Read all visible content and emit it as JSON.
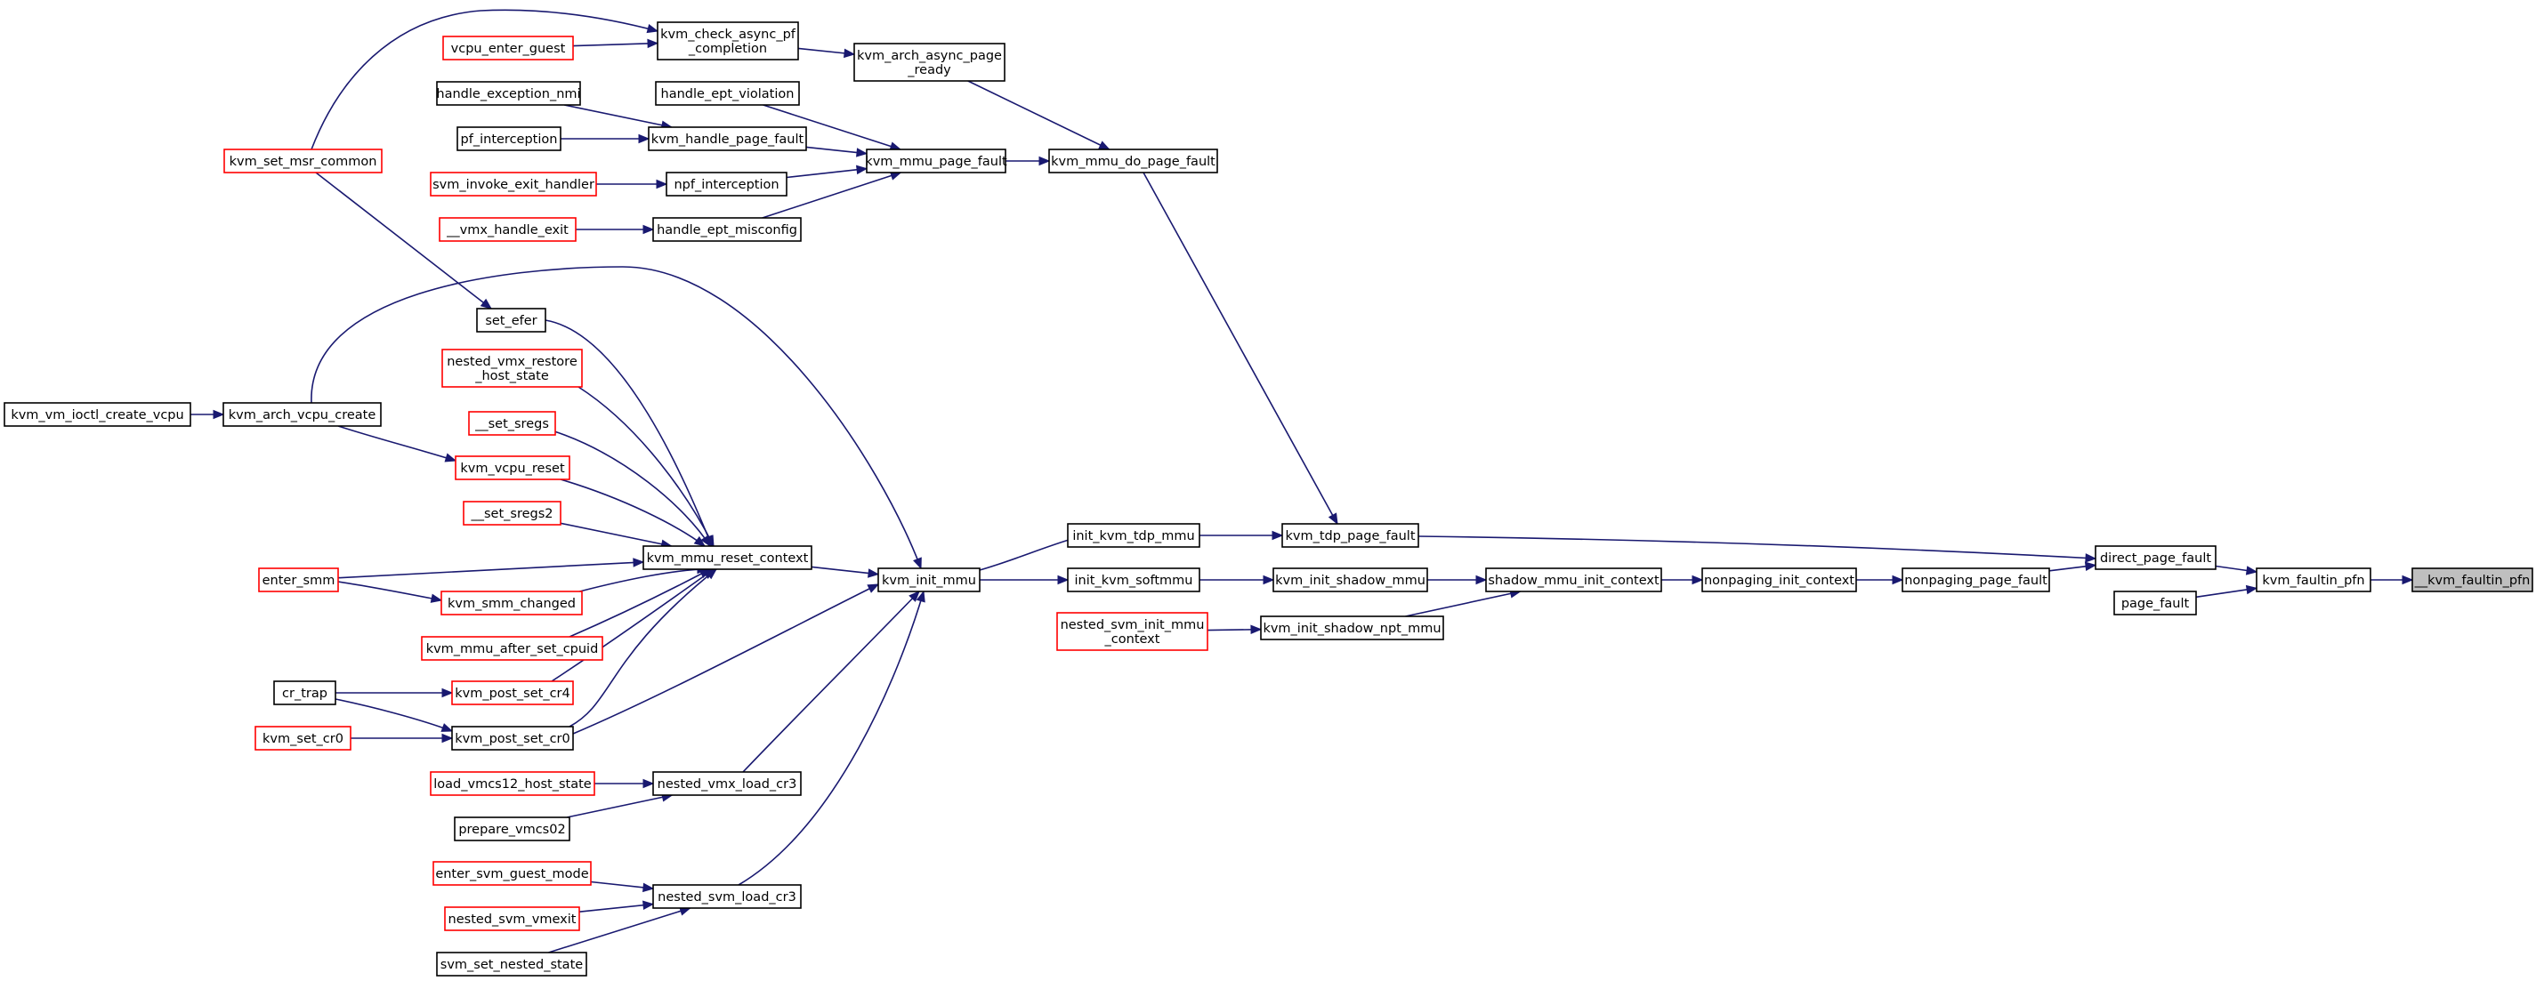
{
  "colors": {
    "edge": "#191970",
    "node_border": "#000000",
    "node_border_truncated": "#ff0000",
    "focus_fill": "#bfbfbf"
  },
  "nodes": [
    {
      "id": "faultin_pfn",
      "lines": [
        "__kvm_faultin_pfn"
      ],
      "style": "gray"
    },
    {
      "id": "kvm_faultin_pfn",
      "lines": [
        "kvm_faultin_pfn"
      ],
      "style": "black"
    },
    {
      "id": "direct_page_fault",
      "lines": [
        "direct_page_fault"
      ],
      "style": "black"
    },
    {
      "id": "page_fault",
      "lines": [
        "page_fault"
      ],
      "style": "black"
    },
    {
      "id": "nonpaging_page_fault",
      "lines": [
        "nonpaging_page_fault"
      ],
      "style": "black"
    },
    {
      "id": "kvm_tdp_page_fault",
      "lines": [
        "kvm_tdp_page_fault"
      ],
      "style": "black"
    },
    {
      "id": "nonpaging_init_context",
      "lines": [
        "nonpaging_init_context"
      ],
      "style": "black"
    },
    {
      "id": "shadow_mmu_init_context",
      "lines": [
        "shadow_mmu_init_context"
      ],
      "style": "black"
    },
    {
      "id": "kvm_init_shadow_mmu",
      "lines": [
        "kvm_init_shadow_mmu"
      ],
      "style": "black"
    },
    {
      "id": "kvm_init_shadow_npt_mmu",
      "lines": [
        "kvm_init_shadow_npt_mmu"
      ],
      "style": "black"
    },
    {
      "id": "init_kvm_softmmu",
      "lines": [
        "init_kvm_softmmu"
      ],
      "style": "black"
    },
    {
      "id": "nested_svm_init_mmu_context",
      "lines": [
        "nested_svm_init_mmu",
        "_context"
      ],
      "style": "red"
    },
    {
      "id": "init_kvm_tdp_mmu",
      "lines": [
        "init_kvm_tdp_mmu"
      ],
      "style": "black"
    },
    {
      "id": "kvm_init_mmu",
      "lines": [
        "kvm_init_mmu"
      ],
      "style": "black"
    },
    {
      "id": "kvm_mmu_do_page_fault",
      "lines": [
        "kvm_mmu_do_page_fault"
      ],
      "style": "black"
    },
    {
      "id": "kvm_arch_async_page_ready",
      "lines": [
        "kvm_arch_async_page",
        "_ready"
      ],
      "style": "black"
    },
    {
      "id": "kvm_mmu_page_fault",
      "lines": [
        "kvm_mmu_page_fault"
      ],
      "style": "black"
    },
    {
      "id": "kvm_check_async_pf_completion",
      "lines": [
        "kvm_check_async_pf",
        "_completion"
      ],
      "style": "black"
    },
    {
      "id": "vcpu_enter_guest",
      "lines": [
        "vcpu_enter_guest"
      ],
      "style": "red"
    },
    {
      "id": "kvm_set_msr_common",
      "lines": [
        "kvm_set_msr_common"
      ],
      "style": "red"
    },
    {
      "id": "handle_exception_nmi",
      "lines": [
        "handle_exception_nmi"
      ],
      "style": "black"
    },
    {
      "id": "handle_ept_violation",
      "lines": [
        "handle_ept_violation"
      ],
      "style": "black"
    },
    {
      "id": "kvm_handle_page_fault",
      "lines": [
        "kvm_handle_page_fault"
      ],
      "style": "black"
    },
    {
      "id": "pf_interception",
      "lines": [
        "pf_interception"
      ],
      "style": "black"
    },
    {
      "id": "npf_interception",
      "lines": [
        "npf_interception"
      ],
      "style": "black"
    },
    {
      "id": "svm_invoke_exit_handler",
      "lines": [
        "svm_invoke_exit_handler"
      ],
      "style": "red"
    },
    {
      "id": "handle_ept_misconfig",
      "lines": [
        "handle_ept_misconfig"
      ],
      "style": "black"
    },
    {
      "id": "vmx_handle_exit",
      "lines": [
        "__vmx_handle_exit"
      ],
      "style": "red"
    },
    {
      "id": "kvm_mmu_reset_context",
      "lines": [
        "kvm_mmu_reset_context"
      ],
      "style": "black"
    },
    {
      "id": "set_efer",
      "lines": [
        "set_efer"
      ],
      "style": "black"
    },
    {
      "id": "nested_vmx_restore_host_state",
      "lines": [
        "nested_vmx_restore",
        "_host_state"
      ],
      "style": "red"
    },
    {
      "id": "set_sregs",
      "lines": [
        "__set_sregs"
      ],
      "style": "red"
    },
    {
      "id": "kvm_vcpu_reset",
      "lines": [
        "kvm_vcpu_reset"
      ],
      "style": "red"
    },
    {
      "id": "set_sregs2",
      "lines": [
        "__set_sregs2"
      ],
      "style": "red"
    },
    {
      "id": "enter_smm",
      "lines": [
        "enter_smm"
      ],
      "style": "red"
    },
    {
      "id": "kvm_smm_changed",
      "lines": [
        "kvm_smm_changed"
      ],
      "style": "red"
    },
    {
      "id": "kvm_mmu_after_set_cpuid",
      "lines": [
        "kvm_mmu_after_set_cpuid"
      ],
      "style": "red"
    },
    {
      "id": "kvm_post_set_cr4",
      "lines": [
        "kvm_post_set_cr4"
      ],
      "style": "red"
    },
    {
      "id": "kvm_post_set_cr0",
      "lines": [
        "kvm_post_set_cr0"
      ],
      "style": "black"
    },
    {
      "id": "cr_trap",
      "lines": [
        "cr_trap"
      ],
      "style": "black"
    },
    {
      "id": "kvm_set_cr0",
      "lines": [
        "kvm_set_cr0"
      ],
      "style": "red"
    },
    {
      "id": "kvm_arch_vcpu_create",
      "lines": [
        "kvm_arch_vcpu_create"
      ],
      "style": "black"
    },
    {
      "id": "kvm_vm_ioctl_create_vcpu",
      "lines": [
        "kvm_vm_ioctl_create_vcpu"
      ],
      "style": "black"
    },
    {
      "id": "nested_vmx_load_cr3",
      "lines": [
        "nested_vmx_load_cr3"
      ],
      "style": "black"
    },
    {
      "id": "load_vmcs12_host_state",
      "lines": [
        "load_vmcs12_host_state"
      ],
      "style": "red"
    },
    {
      "id": "prepare_vmcs02",
      "lines": [
        "prepare_vmcs02"
      ],
      "style": "black"
    },
    {
      "id": "nested_svm_load_cr3",
      "lines": [
        "nested_svm_load_cr3"
      ],
      "style": "black"
    },
    {
      "id": "enter_svm_guest_mode",
      "lines": [
        "enter_svm_guest_mode"
      ],
      "style": "red"
    },
    {
      "id": "nested_svm_vmexit",
      "lines": [
        "nested_svm_vmexit"
      ],
      "style": "red"
    },
    {
      "id": "svm_set_nested_state",
      "lines": [
        "svm_set_nested_state"
      ],
      "style": "black"
    }
  ],
  "edges": [
    [
      "kvm_faultin_pfn",
      "faultin_pfn"
    ],
    [
      "direct_page_fault",
      "kvm_faultin_pfn"
    ],
    [
      "page_fault",
      "kvm_faultin_pfn"
    ],
    [
      "nonpaging_page_fault",
      "direct_page_fault"
    ],
    [
      "kvm_tdp_page_fault",
      "direct_page_fault"
    ],
    [
      "nonpaging_init_context",
      "nonpaging_page_fault"
    ],
    [
      "shadow_mmu_init_context",
      "nonpaging_init_context"
    ],
    [
      "kvm_init_shadow_mmu",
      "shadow_mmu_init_context"
    ],
    [
      "kvm_init_shadow_npt_mmu",
      "shadow_mmu_init_context"
    ],
    [
      "init_kvm_softmmu",
      "kvm_init_shadow_mmu"
    ],
    [
      "nested_svm_init_mmu_context",
      "kvm_init_shadow_npt_mmu"
    ],
    [
      "init_kvm_tdp_mmu",
      "kvm_tdp_page_fault"
    ],
    [
      "kvm_mmu_do_page_fault",
      "kvm_tdp_page_fault"
    ],
    [
      "kvm_init_mmu",
      "init_kvm_tdp_mmu"
    ],
    [
      "kvm_init_mmu",
      "init_kvm_softmmu"
    ],
    [
      "kvm_arch_async_page_ready",
      "kvm_mmu_do_page_fault"
    ],
    [
      "kvm_mmu_page_fault",
      "kvm_mmu_do_page_fault"
    ],
    [
      "kvm_check_async_pf_completion",
      "kvm_arch_async_page_ready"
    ],
    [
      "vcpu_enter_guest",
      "kvm_check_async_pf_completion"
    ],
    [
      "kvm_set_msr_common",
      "kvm_check_async_pf_completion"
    ],
    [
      "handle_ept_violation",
      "kvm_mmu_page_fault"
    ],
    [
      "kvm_handle_page_fault",
      "kvm_mmu_page_fault"
    ],
    [
      "npf_interception",
      "kvm_mmu_page_fault"
    ],
    [
      "handle_ept_misconfig",
      "kvm_mmu_page_fault"
    ],
    [
      "handle_exception_nmi",
      "kvm_handle_page_fault"
    ],
    [
      "pf_interception",
      "kvm_handle_page_fault"
    ],
    [
      "svm_invoke_exit_handler",
      "npf_interception"
    ],
    [
      "vmx_handle_exit",
      "handle_ept_misconfig"
    ],
    [
      "kvm_set_msr_common",
      "set_efer"
    ],
    [
      "kvm_mmu_reset_context",
      "kvm_init_mmu"
    ],
    [
      "kvm_arch_vcpu_create",
      "kvm_init_mmu"
    ],
    [
      "kvm_post_set_cr0",
      "kvm_init_mmu"
    ],
    [
      "nested_vmx_load_cr3",
      "kvm_init_mmu"
    ],
    [
      "nested_svm_load_cr3",
      "kvm_init_mmu"
    ],
    [
      "set_efer",
      "kvm_mmu_reset_context"
    ],
    [
      "nested_vmx_restore_host_state",
      "kvm_mmu_reset_context"
    ],
    [
      "set_sregs",
      "kvm_mmu_reset_context"
    ],
    [
      "kvm_vcpu_reset",
      "kvm_mmu_reset_context"
    ],
    [
      "set_sregs2",
      "kvm_mmu_reset_context"
    ],
    [
      "enter_smm",
      "kvm_mmu_reset_context"
    ],
    [
      "kvm_smm_changed",
      "kvm_mmu_reset_context"
    ],
    [
      "kvm_mmu_after_set_cpuid",
      "kvm_mmu_reset_context"
    ],
    [
      "kvm_post_set_cr4",
      "kvm_mmu_reset_context"
    ],
    [
      "kvm_post_set_cr0",
      "kvm_mmu_reset_context"
    ],
    [
      "enter_smm",
      "kvm_smm_changed"
    ],
    [
      "kvm_arch_vcpu_create",
      "kvm_vcpu_reset"
    ],
    [
      "kvm_vm_ioctl_create_vcpu",
      "kvm_arch_vcpu_create"
    ],
    [
      "cr_trap",
      "kvm_post_set_cr4"
    ],
    [
      "cr_trap",
      "kvm_post_set_cr0"
    ],
    [
      "kvm_set_cr0",
      "kvm_post_set_cr0"
    ],
    [
      "load_vmcs12_host_state",
      "nested_vmx_load_cr3"
    ],
    [
      "prepare_vmcs02",
      "nested_vmx_load_cr3"
    ],
    [
      "enter_svm_guest_mode",
      "nested_svm_load_cr3"
    ],
    [
      "nested_svm_vmexit",
      "nested_svm_load_cr3"
    ],
    [
      "svm_set_nested_state",
      "nested_svm_load_cr3"
    ]
  ]
}
